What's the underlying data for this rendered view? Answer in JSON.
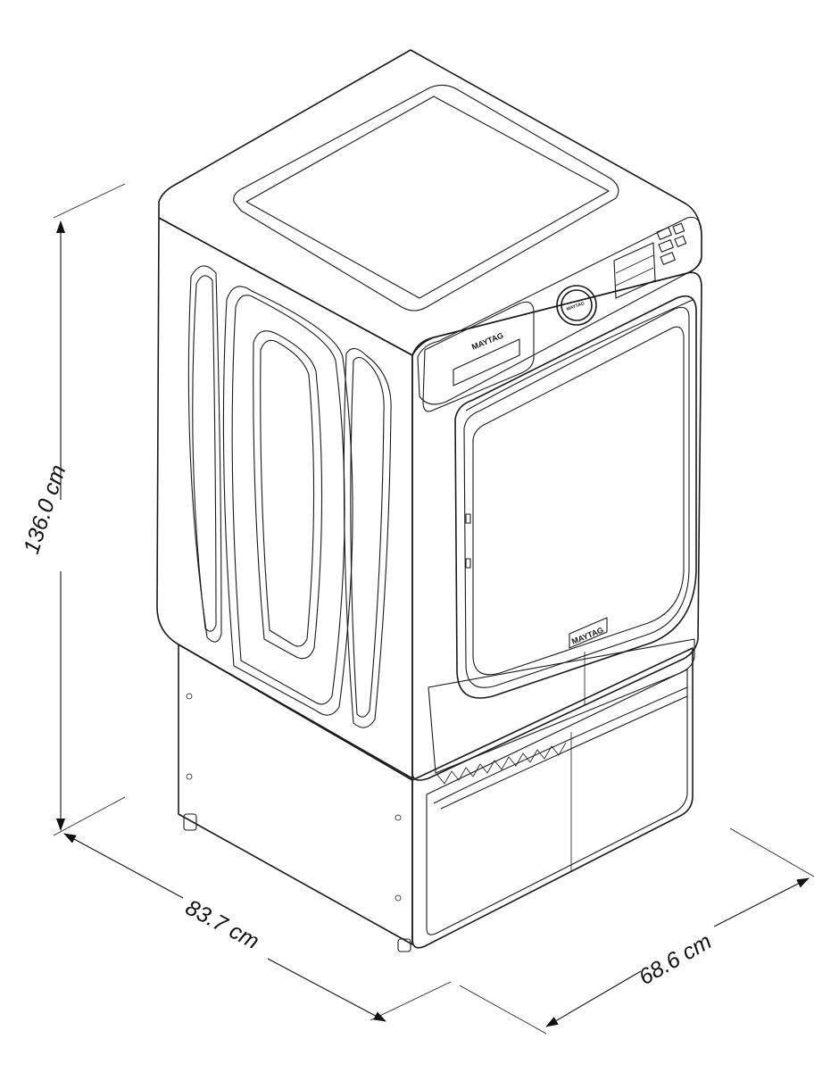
{
  "dimensions": {
    "height": "136.0 cm",
    "depth": "83.7 cm",
    "width": "68.6 cm"
  },
  "product": {
    "brand_logo": "MAYTAG",
    "knob_text": "MAYTAG"
  }
}
